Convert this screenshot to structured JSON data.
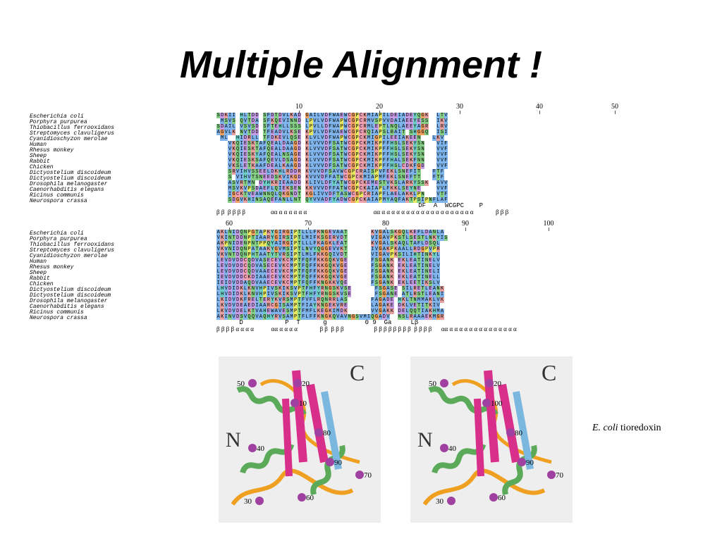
{
  "slide": {
    "title": "Multiple Alignment !",
    "caption_species": "E. coli",
    "caption_protein": "tioredoxin"
  },
  "block1": {
    "ruler": [
      "10",
      "20",
      "30",
      "40",
      "50"
    ],
    "species": [
      "Escherichia coli",
      "Porphyra purpurea",
      "Thiobacillus ferrooxidans",
      "Streptomyces clavuligerus",
      "Cyanidioschyzon merolae",
      "Human",
      "Rhesus monkey",
      "Sheep",
      "Rabbit",
      "Chicken",
      "Dictyostelium discoideum",
      "Dictyostelium discoideum",
      "Drosophila melanogaster",
      "Caenorhabditis elegans",
      "Ricinus communis",
      "Neurospora crassa"
    ],
    "sequences": [
      "SDKII-HLTDD-SFDTDVLKAD-GAILVDFWAEWCGPCKMIAPILDEIADEYQGK--LTV",
      "-MSVS-QVTDA-SFKQEVINND-LPVLVDFWAPWCGPCRMVSPVVDAIAEEYESS--IKV",
      "SDAIL-VSVSD-SFTEHLLSSS-LPVLLDFWAPWCGPCRMLEPTLNQLAEEYAGR--LRV",
      "AGVLK-NVTDD-TFEADVLKSE-KPVLVDFWAEWCGPCRQIAPSLBAIT-SHGGQ--ISI",
      "-ML--HIDRLL-TFDKEVLQSE-KLVLVDFWAPWCGPCKMIGPILEEIAKEEN---LKV",
      "---VKQIESKTAFQEALDAAGD-KLVVVDFSATWCGPCKMIKPFFHSLSEKYSN---VIF",
      "---VKQIESKTAFQEALDAAGD-KLVVVDFSATWCGPCKMIKPFFHSLSEKYSN---VVF",
      "---VKQIESKYAFQEALNSAGE-KLVVVDFSATWCGPCKMIKPFFHSLSEKYSN---VVF",
      "---VKQIESKSAFQEVLDSAGD-KLVVVDFSATWCGPCKMIKPFFHALSEKFNN---VVF",
      "---VKSLETKAAFDEALKAAGD-KLVVVDFSATWCGPCKMIKPFFHSLCDKFGD---VVF",
      "---SRVIHVSSEELDKHLRDDR-KVVVDFSAVWCGPCRAISPVFEKLSNEFIT---FTF",
      "---S-VIHVTSNEEDSKVIKGD-KVVVDFFATWCGPCKMIAPMFEKLSNEFTT---FTF",
      "---ASVRTMN-DYHKRIEAADD-KLIVLDFYATWCGPCKEMESTVKSLARKYSSK--AVV",
      "---MSVKVPSDAEFLQIEKSEN-KKVVVDFFATWCGPCKAIAPLFKKLSEYNE----VVF",
      "---IGCKTVEAWNNQLQKGNDT-KGLIVVDFTASWCGPCRIAPFLAELAKKLPN---VTF",
      "---SDGVKHINSAQEFANLLNT-QYVVADFYADWCGPCKAIAPMYAQFAKTPSIPNFLAF"
    ],
    "ss": "β β  β β β β                αα α α α α α α                                          αα α α α α α α α α α α α α α α α α α α α              β β β",
    "cons": "                                                     DF  A  WCGPC    P"
  },
  "block2": {
    "ruler": [
      "60",
      "70",
      "80",
      "90",
      "100"
    ],
    "species": [
      "Escherichia coli",
      "Porphyra purpurea",
      "Thiobacillus ferrooxidans",
      "Streptomyces clavuligerus",
      "Cyanidioschyzon merolae",
      "Human",
      "Rhesus monkey",
      "Sheep",
      "Rabbit",
      "Chicken",
      "Dictyostelium discoideum",
      "Dictyostelium discoideum",
      "Drosophila melanogaster",
      "Caenorhabditis elegans",
      "Ricinus communis",
      "Neurospora crassa"
    ],
    "sequences": [
      "AKLNIDQNPGTAPKYGIRGIPTLLLFKNGEVAAT------KVGALSKGQLKEFLDANLA",
      "VKINTDDNPTIAARYGIRSIPTLMIFKSGERVDT------VIGAVPKSTLSESTLNKYIS",
      "AKPNIDENPNTPPQYAIRGIPTLLLFKAGKLEAT------KVGALSKAQLTAFLDSQL-",
      "VKVNIDQNPATAAKYGVMSIPTLNVYQGGEVVKT------IVGAKPKAALLRDGPVPR-",
      "VKVNTDQNPHTAATYTVRSIPTLMLFKKGQIVDT------VIGAVPKSILIHTINKYL",
      "LEVDVDDCQDVASECEVKCMPTFQFFKKGQKVGE------FSGANK-EKLEATINELV",
      "LEVDVDDCQDVASECEVKCMPTFQFFKKGQKVGE------FSGANK-EKLEATINELV",
      "LEVDVDDCQDVAAECEVKCMPTFQFFKKGQKVGE------FSGANK-EKLEATINELI",
      "IEVDVDDCKDIAAECEVKCMPTFQFFKKGQKVGE------FSGANK-EKLEATINELL",
      "IEIDVDDAQDVAAECEVKCMPTFQFFKNGKKVQE------FSGANK-EKLEETIKSLV",
      "LHVDIDKLKNVHPIVSKIKSVPTFHFYRNGSKVSE------FSGASE-SILRETLEANK",
      "LHVDIDKLKNVHPIVSKIKSVPTFHFYRNGSKVSE------FSGANE-ATLRSTLEANI",
      "LKIDVDKFRELTERYKVRSMPTFVFLRQNRRLAS------FAGADE-HKLTNMMAKLVK",
      "LKVDVDEAEDIAARCGISAMPTFIAYKNGEKVRE------LAGAKE-DKLVETITKIV",
      "LKVDVDELKTVAHEWAVESMPTFMFLKEGKIMDK------VVGAKK-DELQQTIAKHMA",
      "AKINVDSVQQVAQHYRVSAMPTFLFFKNGKQVAVNGSVMIQGADV--NSLRAAAEKMGR"
    ],
    "ss": "β β β β α α α α           αα α α α α              β β  β β β                   β β β β β β β β  β β β β      αα α α α α α α α α α α α α α α",
    "cons": "      D           P  T      g          0 9  Ga     Lβ"
  },
  "structures": [
    {
      "N": "N",
      "C": "C",
      "labels": [
        "50",
        "20",
        "10",
        "80",
        "40",
        "90",
        "70",
        "30",
        "60"
      ]
    },
    {
      "N": "N",
      "C": "C",
      "labels": [
        "50",
        "20",
        "100",
        "80",
        "40",
        "90",
        "70",
        "30",
        "60"
      ]
    }
  ]
}
